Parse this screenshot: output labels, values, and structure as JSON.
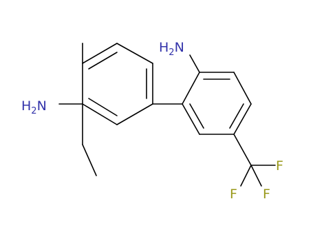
{
  "colors": {
    "bond": "#000000",
    "nitrogen": "#3333aa",
    "fluorine": "#99991a"
  },
  "labels": {
    "amine_left": {
      "main": "H",
      "sub": "2",
      "tail": "N"
    },
    "amine_right": {
      "main": "H",
      "sub": "2",
      "tail": "N"
    },
    "fluorine_1": "F",
    "fluorine_2": "F",
    "fluorine_3": "F"
  }
}
